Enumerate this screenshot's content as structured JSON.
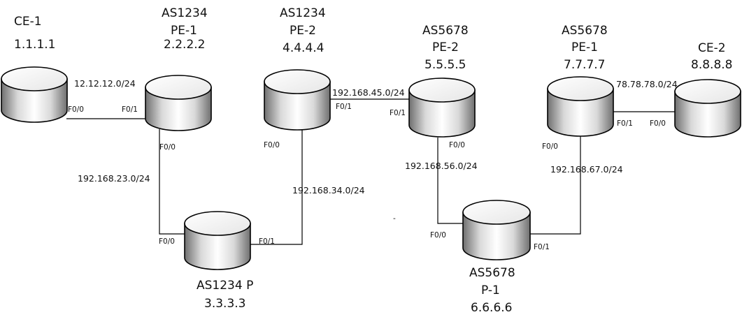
{
  "routers": {
    "ce1": {
      "l1": "CE-1",
      "l2": "",
      "l3": "1.1.1.1"
    },
    "pe1a": {
      "l1": "AS1234",
      "l2": "PE-1",
      "l3": "2.2.2.2"
    },
    "pe2a": {
      "l1": "AS1234",
      "l2": "PE-2",
      "l3": "4.4.4.4"
    },
    "pa": {
      "l1": "AS1234 P",
      "l2": "",
      "l3": "3.3.3.3"
    },
    "pe2b": {
      "l1": "AS5678",
      "l2": "PE-2",
      "l3": "5.5.5.5"
    },
    "pe1b": {
      "l1": "AS5678",
      "l2": "PE-1",
      "l3": "7.7.7.7"
    },
    "p1b": {
      "l1": "AS5678",
      "l2": "P-1",
      "l3": "6.6.6.6"
    },
    "ce2": {
      "l1": "CE-2",
      "l2": "",
      "l3": "8.8.8.8"
    }
  },
  "subnets": {
    "s12": "12.12.12.0/24",
    "s23": "192.168.23.0/24",
    "s34": "192.168.34.0/24",
    "s45": "192.168.45.0/24",
    "s56": "192.168.56.0/24",
    "s67": "192.168.67.0/24",
    "s78": "78.78.78.0/24"
  },
  "interfaces": {
    "ce1_f00": "F0/0",
    "pe1a_f01": "F0/1",
    "pe1a_f00": "F0/0",
    "pa_f00": "F0/0",
    "pa_f01": "F0/1",
    "pe2a_f00": "F0/0",
    "pe2a_f01": "F0/1",
    "pe2b_f01": "F0/1",
    "pe2b_f00": "F0/0",
    "p1b_f00": "F0/0",
    "p1b_f01": "F0/1",
    "pe1b_f00": "F0/0",
    "pe1b_f01": "F0/1",
    "ce2_f00": "F0/0"
  },
  "stray_mark": "-",
  "colors": {
    "cylinder_light": "#ffffff",
    "cylinder_dark": "#6f6f6f",
    "line": "#000000"
  }
}
